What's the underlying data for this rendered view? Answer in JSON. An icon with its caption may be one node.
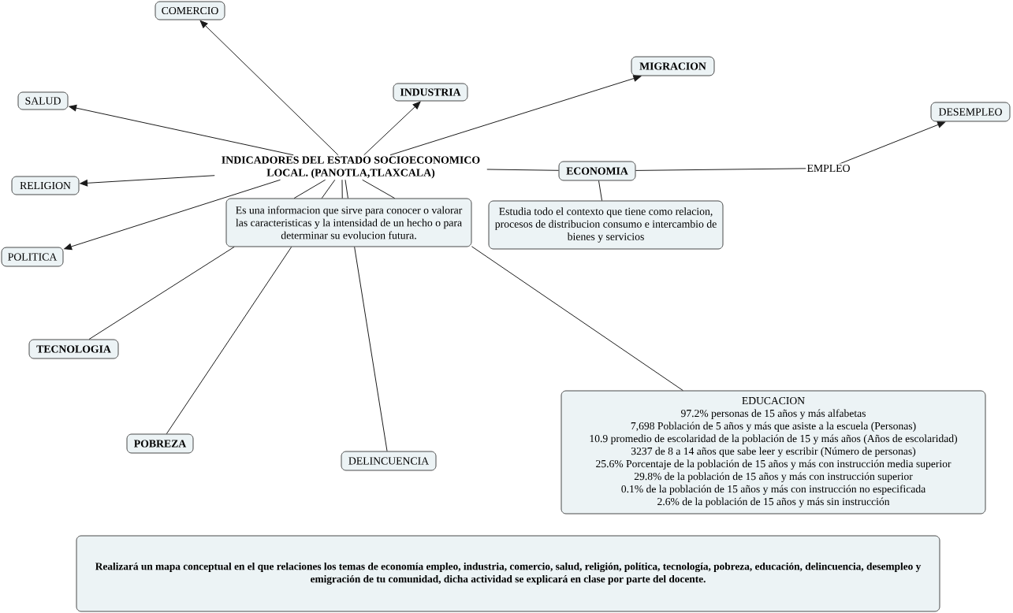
{
  "diagram": {
    "nodes": [
      {
        "text": [
          "INDICADORES DEL ESTADO SOCIOECONOMICO LOCAL. (PANOTLA,TLAXCALA)"
        ]
      },
      {
        "text": [
          "COMERCIO"
        ]
      },
      {
        "text": [
          "MIGRACION"
        ]
      },
      {
        "text": [
          "INDUSTRIA"
        ]
      },
      {
        "text": [
          "SALUD"
        ]
      },
      {
        "text": [
          "DESEMPLEO"
        ]
      },
      {
        "text": [
          "ECONOMIA"
        ]
      },
      {
        "text": [
          "RELIGION"
        ]
      },
      {
        "text": [
          "Es una informacion que sirve para conocer o valorar las caracteristicas y la intensidad de un hecho o para determinar su evolucion futura."
        ]
      },
      {
        "text": [
          "Estudia todo el contexto que tiene como relacion, procesos de distribucion consumo e intercambio de bienes y servicios"
        ]
      },
      {
        "text": [
          "POLITICA"
        ]
      },
      {
        "text": [
          "TECNOLOGIA"
        ]
      },
      {
        "text": [
          "EDUCACION",
          "97.2% personas de 15 años y más alfabetas",
          "7,698 Población de 5 años y más que asiste a la escuela (Personas)",
          "10.9 promedio de escolaridad de la población de 15 y más años (Años de escolaridad)",
          "3237 de 8 a 14 años que sabe leer y escribir (Número de personas)",
          "25.6% Porcentaje de la población de 15 años y más con instrucción media superior",
          "29.8% de la población de 15 años y más con instrucción superior",
          "0.1% de la población de 15 años y más con instrucción no especificada",
          "2.6% de la población de 15 años y más sin instrucción"
        ]
      },
      {
        "text": [
          "POBREZA"
        ]
      },
      {
        "text": [
          "DELINCUENCIA"
        ]
      },
      {
        "text": [
          "Realizará un mapa conceptual en el que relaciones los temas de economía empleo, industria, comercio, salud, religión, política, tecnología, pobreza, educación, delincuencia, desempleo y emigración de tu comunidad, dicha actividad se explicará en clase por parte del docente."
        ]
      }
    ],
    "edges": [
      {
        "from": 0,
        "to": 1,
        "arrow": "to"
      },
      {
        "from": 0,
        "to": 2,
        "arrow": "to"
      },
      {
        "from": 0,
        "to": 3,
        "arrow": "to"
      },
      {
        "from": 0,
        "to": 4,
        "arrow": "to"
      },
      {
        "from": 0,
        "to": 6,
        "arrow": "none"
      },
      {
        "from": 6,
        "to": 5,
        "arrow": "to",
        "label": "EMPLEO"
      },
      {
        "from": 6,
        "to": 9,
        "arrow": "none"
      },
      {
        "from": 0,
        "to": 7,
        "arrow": "to"
      },
      {
        "from": 0,
        "to": 8,
        "arrow": "none"
      },
      {
        "from": 0,
        "to": 8,
        "arrow": "none"
      },
      {
        "from": 0,
        "to": 8,
        "arrow": "none"
      },
      {
        "from": 0,
        "to": 8,
        "arrow": "none"
      },
      {
        "from": 0,
        "to": 8,
        "arrow": "none"
      },
      {
        "from": 0,
        "to": 10,
        "arrow": "to"
      },
      {
        "from": 8,
        "to": 11,
        "arrow": "none"
      },
      {
        "from": 8,
        "to": 12,
        "arrow": "none"
      },
      {
        "from": 8,
        "to": 13,
        "arrow": "none"
      },
      {
        "from": 8,
        "to": 14,
        "arrow": "none"
      }
    ]
  }
}
